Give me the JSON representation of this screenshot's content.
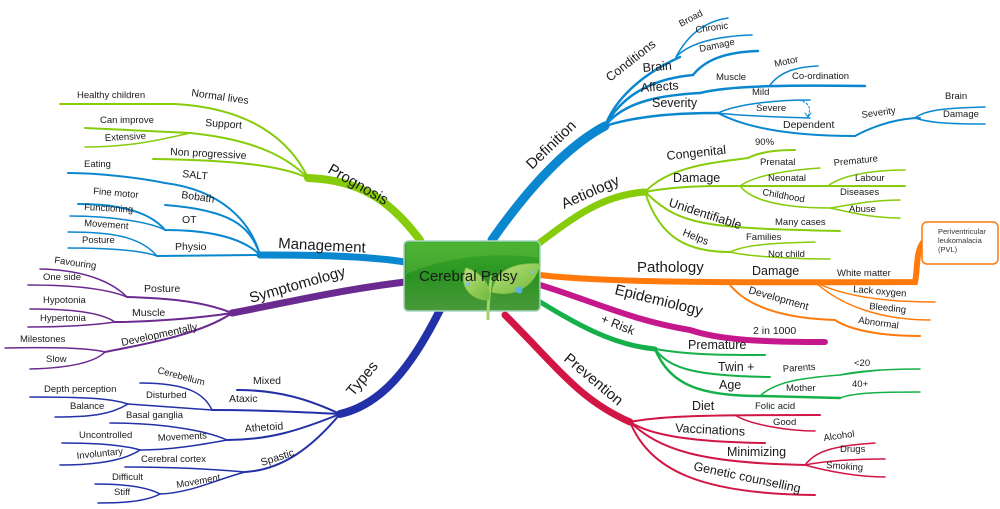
{
  "central": {
    "title": "Cerebral Palsy",
    "icon": "leaf-icon"
  },
  "colors": {
    "definition": "#0a87cf",
    "aetiology": "#86cc0a",
    "pathology": "#ff7a0a",
    "epidemiology": "#c4188c",
    "risk": "#16b04a",
    "prevention": "#d11645",
    "types": "#2331a8",
    "symptomology": "#6b2a8f",
    "management": "#0a87cf",
    "prognosis": "#86cc0a",
    "central_box": "#2e9a26"
  },
  "branches": {
    "definition": {
      "label": "Definition",
      "conditions": "Conditions",
      "broad": "Broad",
      "chronic": "Chronic",
      "brain": "Brain",
      "damage": "Damage",
      "affects": "Affects",
      "muscle": "Muscle",
      "motor": "Motor",
      "coordination": "Co-ordination",
      "severity": "Severity",
      "mild": "Mild",
      "severe": "Severe",
      "dependent": "Dependent",
      "severity2": "Severity",
      "brain2": "Brain",
      "damage2": "Damage"
    },
    "aetiology": {
      "label": "Aetiology",
      "congenital": "Congenital",
      "pct": "90%",
      "damage": "Damage",
      "prenatal": "Prenatal",
      "neonatal": "Neonatal",
      "premature": "Premature",
      "labour": "Labour",
      "childhood": "Childhood",
      "diseases": "Diseases",
      "abuse": "Abuse",
      "unidentifiable": "Unidentifiable",
      "many_cases": "Many cases",
      "helps": "Helps",
      "families": "Families",
      "not_child": "Not child"
    },
    "pathology": {
      "label": "Pathology",
      "damage": "Damage",
      "white_matter": "White matter",
      "note": [
        "Periventricular",
        "leukomalacia",
        "(PVL)"
      ],
      "development": "Development",
      "lack_oxygen": "Lack oxygen",
      "bleeding": "Bleeding",
      "abnormal": "Abnormal"
    },
    "epidemiology": {
      "label": "Epidemiology",
      "rate": "2 in 1000"
    },
    "risk": {
      "label": "+ Risk",
      "premature": "Premature",
      "twin": "Twin +",
      "age": "Age",
      "parents": "Parents",
      "mother": "Mother",
      "under20": "<20",
      "over40": "40+"
    },
    "prevention": {
      "label": "Prevention",
      "diet": "Diet",
      "folic_acid": "Folic acid",
      "good": "Good",
      "vaccinations": "Vaccinations",
      "minimizing": "Minimizing",
      "alcohol": "Alcohol",
      "drugs": "Drugs",
      "smoking": "Smoking",
      "genetic": "Genetic counselling"
    },
    "types": {
      "label": "Types",
      "mixed": "Mixed",
      "ataxic": "Ataxic",
      "cerebellum": "Cerebellum",
      "disturbed": "Disturbed",
      "depth": "Depth perception",
      "balance": "Balance",
      "athetoid": "Athetoid",
      "basal": "Basal ganglia",
      "movements": "Movements",
      "uncontrolled": "Uncontrolled",
      "involuntary": "Involuntary",
      "spastic": "Spastic",
      "cortex": "Cerebral cortex",
      "movement": "Movement",
      "difficult": "Difficult",
      "stiff": "Stiff"
    },
    "symptomology": {
      "label": "Symptomology",
      "posture": "Posture",
      "favouring": "Favouring",
      "one_side": "One side",
      "muscle": "Muscle",
      "hypotonia": "Hypotonia",
      "hypertonia": "Hypertonia",
      "developmentally": "Developmentally",
      "milestones": "Milestones",
      "slow": "Slow"
    },
    "management": {
      "label": "Management",
      "salt": "SALT",
      "eating": "Eating",
      "bobath": "Bobath",
      "ot": "OT",
      "fine_motor": "Fine motor",
      "functioning": "Functioning",
      "physio": "Physio",
      "movement": "Movement",
      "posture": "Posture"
    },
    "prognosis": {
      "label": "Prognosis",
      "normal_lives": "Normal lives",
      "healthy_children": "Healthy children",
      "support": "Support",
      "can_improve": "Can improve",
      "extensive": "Extensive",
      "non_progressive": "Non progressive"
    }
  }
}
